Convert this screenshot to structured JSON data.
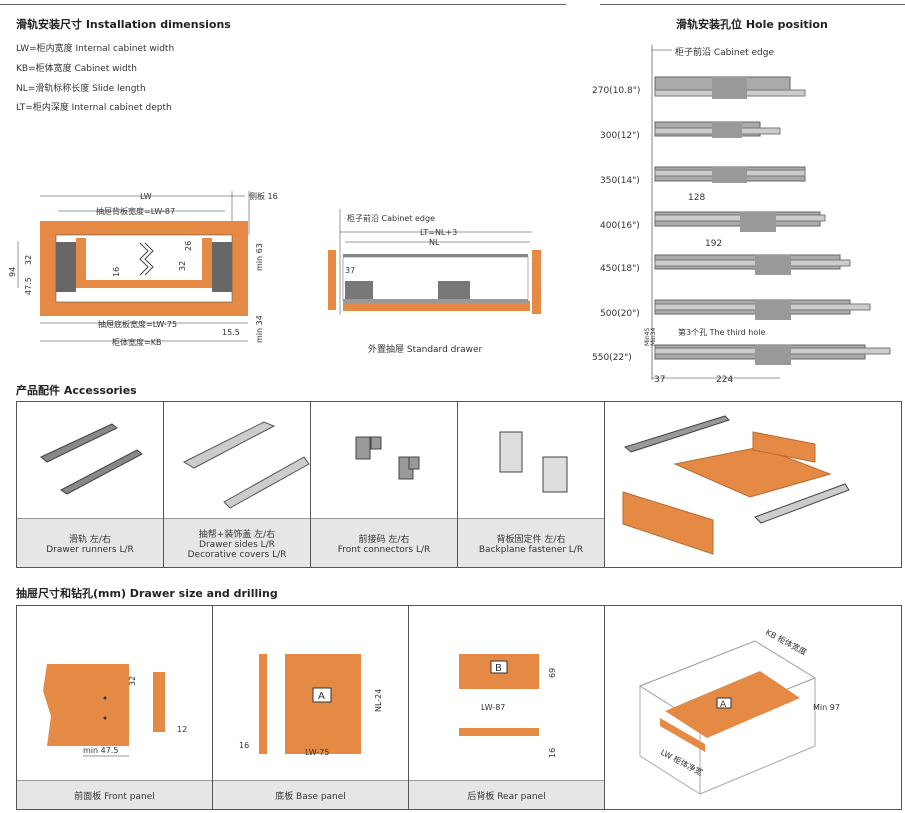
{
  "install": {
    "title": "滑轨安装尺寸 Installation dimensions",
    "legend": [
      "LW=柜内宽度  Internal cabinet width",
      "KB=柜体宽度  Cabinet width",
      "NL=滑轨标称长度  Slide length",
      "LT=柜内深度  Internal cabinet depth"
    ],
    "front": {
      "lw": "LW",
      "side": "侧板 16",
      "back": "抽屉背板宽度=LW-87",
      "base": "抽屉底板宽度=LW-75",
      "kb": "柜体宽度=KB",
      "d94": "94",
      "d32a": "32",
      "d47": "47.5",
      "d16": "16",
      "d32b": "32",
      "d26": "26",
      "min63": "min 63",
      "min34": "min 34",
      "d155": "15.5"
    },
    "side": {
      "edge": "柜子前沿 Cabinet edge",
      "lt": "LT=NL+3",
      "nl": "NL",
      "d37": "37",
      "caption": "外置抽屉 Standard drawer"
    }
  },
  "holes": {
    "title": "滑轨安装孔位 Hole position",
    "edge": "柜子前沿 Cabinet edge",
    "rows": [
      "270(10.8\")",
      "300(12\")",
      "350(14\")",
      "400(16\")",
      "450(18\")",
      "500(20\")",
      "550(22\")"
    ],
    "d128": "128",
    "d192": "192",
    "d224": "224",
    "d37": "37",
    "third": "第3个孔 The third hole",
    "min45": "Min45",
    "min34": "Min34"
  },
  "accessories": {
    "title": "产品配件 Accessories",
    "items": [
      {
        "cn": "滑轨  左/右",
        "en": "Drawer runners  L/R"
      },
      {
        "cn": "抽帮+装饰盖  左/右",
        "en": "Drawer sides  L/R",
        "en2": "Decorative covers  L/R"
      },
      {
        "cn": "前接码  左/右",
        "en": "Front connectors  L/R"
      },
      {
        "cn": "背板固定件  左/右",
        "en": "Backplane fastener  L/R"
      }
    ]
  },
  "drilling": {
    "title": "抽屉尺寸和钻孔(mm)  Drawer size and drilling",
    "front": {
      "caption": "前面板    Front panel",
      "d32": "32",
      "d12": "12",
      "min": "min 47.5"
    },
    "base": {
      "caption": "底板  Base panel",
      "label": "A",
      "d16": "16",
      "w": "LW-75",
      "h": "NL-24"
    },
    "rear": {
      "caption": "后背板  Rear panel",
      "label": "B",
      "w": "LW-87",
      "h": "69",
      "d16": "16"
    },
    "iso": {
      "kb": "KB 柜体宽度",
      "lw": "LW 柜体净宽",
      "min97": "Min 97",
      "a": "A"
    }
  }
}
